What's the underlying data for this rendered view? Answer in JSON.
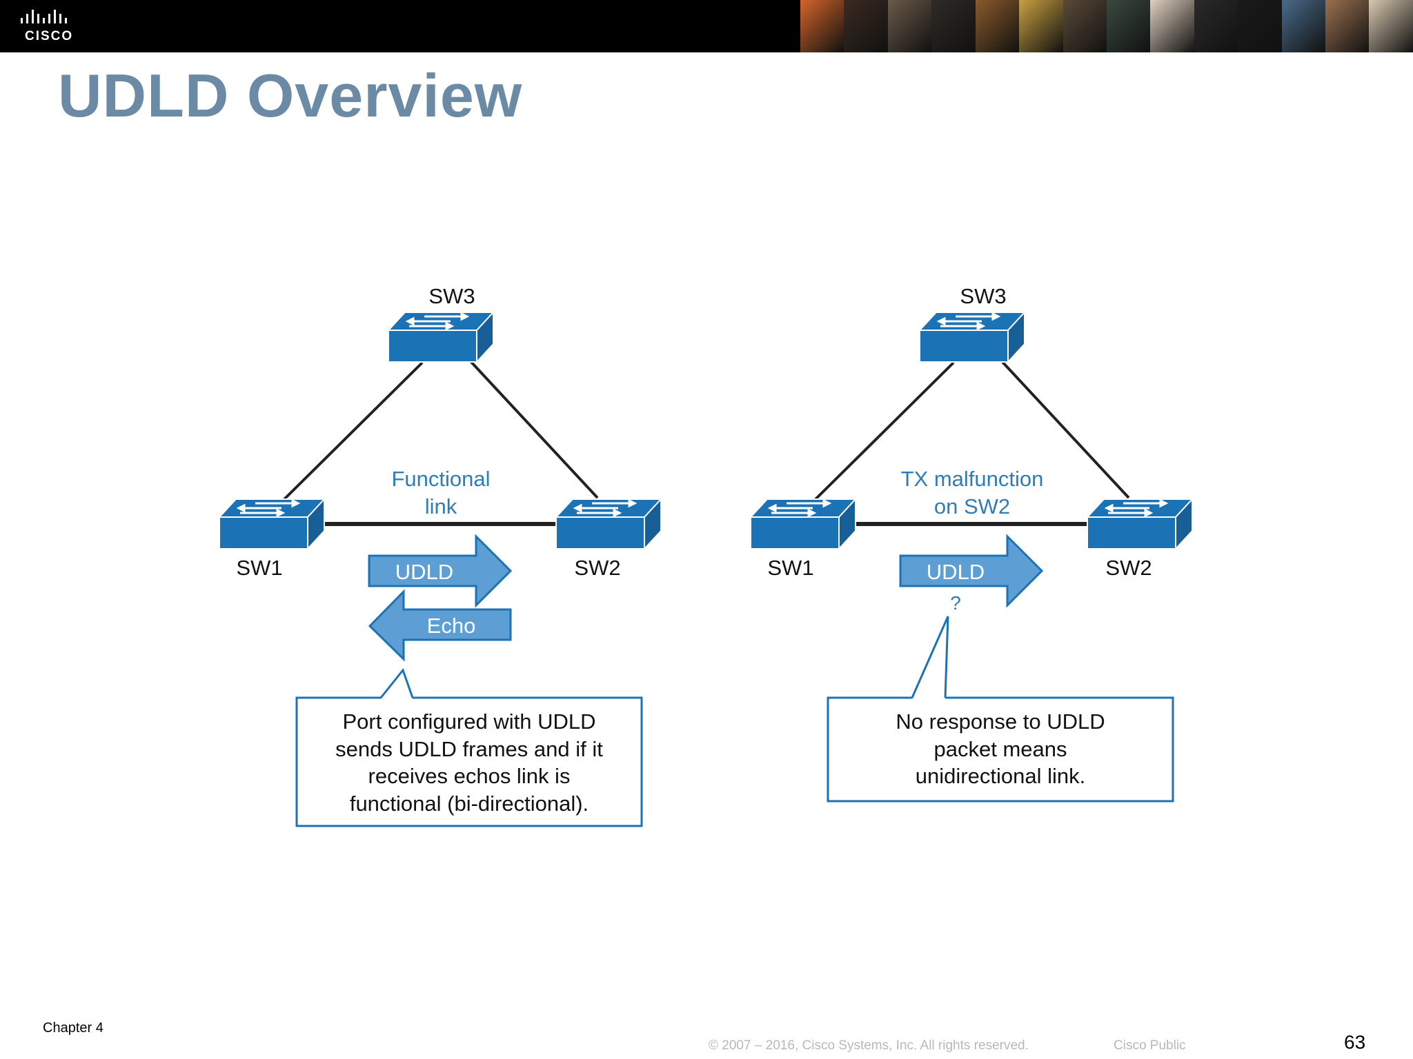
{
  "header": {
    "logo_text": "CISCO",
    "photo_colors": [
      "#d4652a",
      "#3a2b20",
      "#6b5a48",
      "#2e2a26",
      "#8a5a2a",
      "#c8a040",
      "#5a4a38",
      "#3a4a40",
      "#e0d0c0",
      "#2a2a2a",
      "#1a1a1a",
      "#4a6a8a",
      "#9a7050",
      "#d8c8b0"
    ]
  },
  "slide": {
    "title": "UDLD Overview"
  },
  "colors": {
    "switch_blue": "#1b72b4",
    "label_blue": "#2e7db8",
    "arrow_blue": "#5d9fd4",
    "title_gray": "#6b8aa5"
  },
  "diagrams": [
    {
      "sw3_label": "SW3",
      "sw1_label": "SW1",
      "sw2_label": "SW2",
      "link_label_line1": "Functional",
      "link_label_line2": "link",
      "udld_label": "UDLD",
      "echo_label": "Echo",
      "callout_lines": [
        "Port configured with UDLD",
        "sends UDLD frames and if it",
        "receives echos link is",
        "functional (bi-directional)."
      ]
    },
    {
      "sw3_label": "SW3",
      "sw1_label": "SW1",
      "sw2_label": "SW2",
      "link_label_line1": "TX malfunction",
      "link_label_line2": "on SW2",
      "udld_label": "UDLD",
      "question_mark": "?",
      "callout_lines": [
        "No response to UDLD",
        "packet means",
        "unidirectional link."
      ]
    }
  ],
  "footer": {
    "chapter": "Chapter 4",
    "copyright": "© 2007 – 2016, Cisco Systems, Inc. All rights reserved.",
    "classification": "Cisco Public",
    "page_number": "63"
  }
}
